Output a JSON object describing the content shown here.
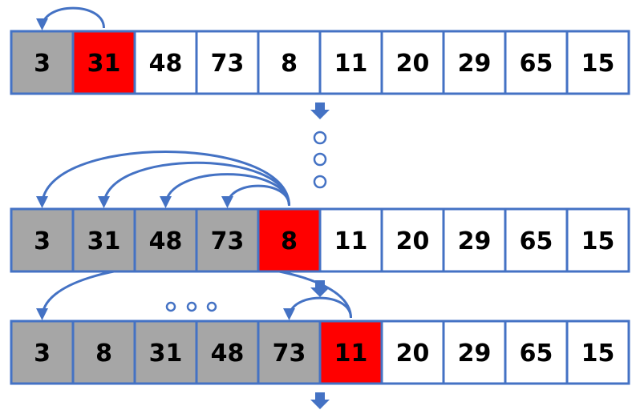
{
  "colors": {
    "border": "#4472c4",
    "sorted": "#a6a6a6",
    "current": "#ff0000",
    "unsorted": "#ffffff",
    "text": "#000000",
    "arrow": "#4472c4"
  },
  "rows": [
    {
      "cells": [
        {
          "value": "3",
          "state": "sorted"
        },
        {
          "value": "31",
          "state": "current"
        },
        {
          "value": "48",
          "state": "unsorted"
        },
        {
          "value": "73",
          "state": "unsorted"
        },
        {
          "value": "8",
          "state": "unsorted"
        },
        {
          "value": "11",
          "state": "unsorted"
        },
        {
          "value": "20",
          "state": "unsorted"
        },
        {
          "value": "29",
          "state": "unsorted"
        },
        {
          "value": "65",
          "state": "unsorted"
        },
        {
          "value": "15",
          "state": "unsorted"
        }
      ],
      "compare_arrows": [
        {
          "from": 1,
          "to": 0
        }
      ]
    },
    {
      "cells": [
        {
          "value": "3",
          "state": "sorted"
        },
        {
          "value": "31",
          "state": "sorted"
        },
        {
          "value": "48",
          "state": "sorted"
        },
        {
          "value": "73",
          "state": "sorted"
        },
        {
          "value": "8",
          "state": "current"
        },
        {
          "value": "11",
          "state": "unsorted"
        },
        {
          "value": "20",
          "state": "unsorted"
        },
        {
          "value": "29",
          "state": "unsorted"
        },
        {
          "value": "65",
          "state": "unsorted"
        },
        {
          "value": "15",
          "state": "unsorted"
        }
      ],
      "compare_arrows": [
        {
          "from": 4,
          "to": 0
        },
        {
          "from": 4,
          "to": 1
        },
        {
          "from": 4,
          "to": 2
        },
        {
          "from": 4,
          "to": 3
        }
      ]
    },
    {
      "cells": [
        {
          "value": "3",
          "state": "sorted"
        },
        {
          "value": "8",
          "state": "sorted"
        },
        {
          "value": "31",
          "state": "sorted"
        },
        {
          "value": "48",
          "state": "sorted"
        },
        {
          "value": "73",
          "state": "sorted"
        },
        {
          "value": "11",
          "state": "current"
        },
        {
          "value": "20",
          "state": "unsorted"
        },
        {
          "value": "29",
          "state": "unsorted"
        },
        {
          "value": "65",
          "state": "unsorted"
        },
        {
          "value": "15",
          "state": "unsorted"
        }
      ],
      "compare_arrows": [
        {
          "from": 5,
          "to": 0
        },
        {
          "from": 5,
          "to": 4
        }
      ]
    }
  ]
}
